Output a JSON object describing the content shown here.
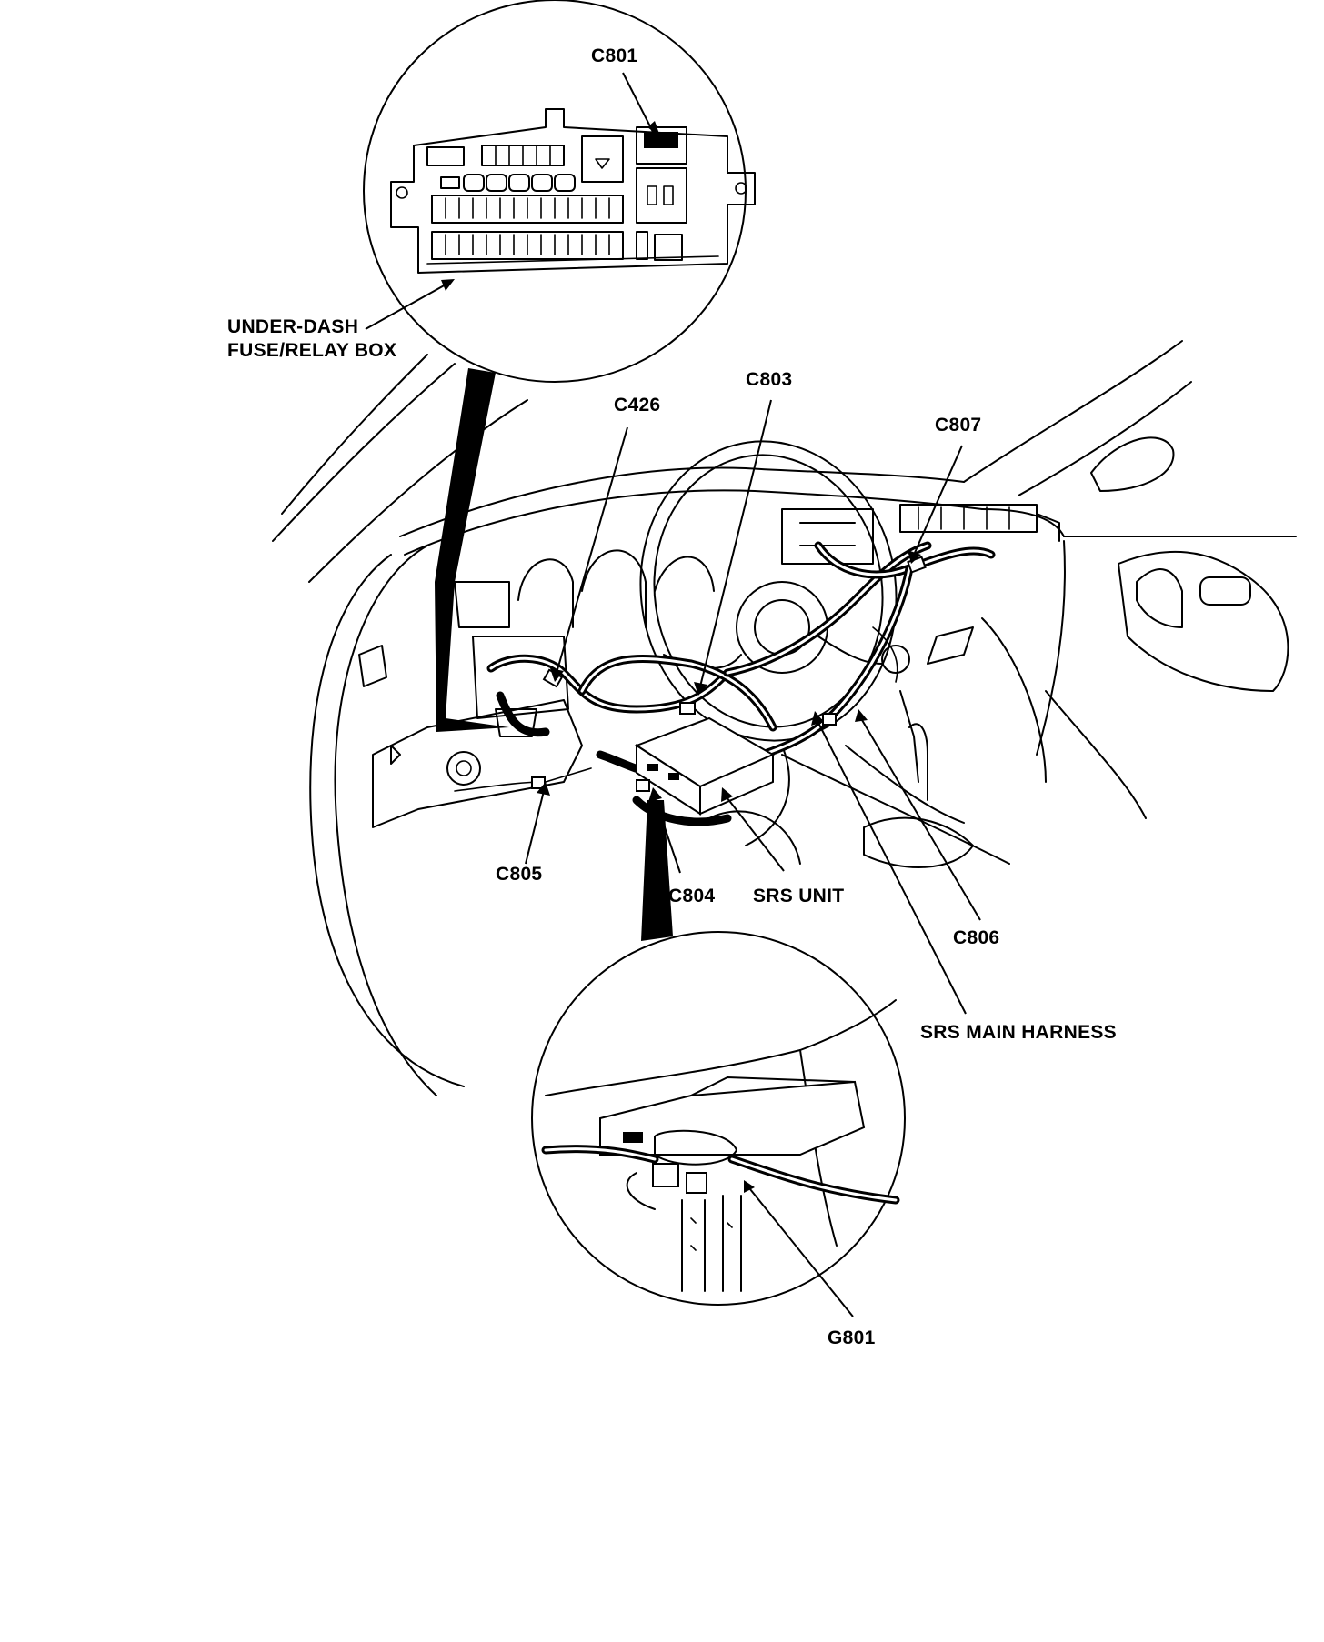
{
  "diagram": {
    "callouts": {
      "c801": "C801",
      "under_dash_line1": "UNDER-DASH",
      "under_dash_line2": "FUSE/RELAY BOX",
      "c426": "C426",
      "c803": "C803",
      "c807": "C807",
      "c805": "C805",
      "c804": "C804",
      "srs_unit": "SRS UNIT",
      "c806": "C806",
      "srs_main_harness": "SRS MAIN HARNESS",
      "g801": "G801"
    }
  }
}
